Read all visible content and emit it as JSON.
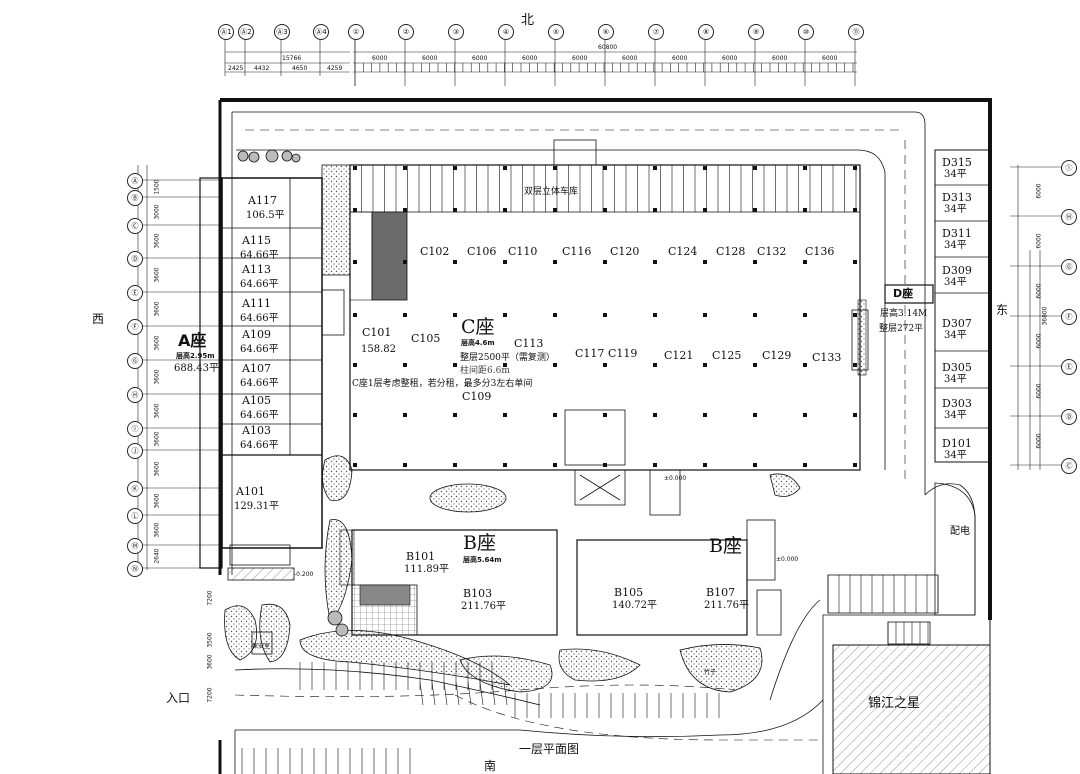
{
  "compass": {
    "north": "北",
    "south": "南",
    "west": "西",
    "east": "东"
  },
  "title": "一层平面图",
  "entrance": "入口",
  "neighbor": "锦江之星",
  "power_room": "配电",
  "garage": "双层立体车库",
  "top_axes": [
    "①",
    "②",
    "③",
    "④",
    "⑤",
    "⑥",
    "⑦",
    "⑧",
    "⑨",
    "⑩",
    "⑪"
  ],
  "top_left_axes": [
    "Ⓐ1",
    "Ⓐ2",
    "Ⓐ3",
    "Ⓐ4"
  ],
  "top_dims": {
    "overall_right": "60800",
    "overall_left": "15766",
    "bay": "6000",
    "left_parts": [
      "2425",
      "4432",
      "4650",
      "4259"
    ]
  },
  "left_axes": [
    "Ⓐ",
    "Ⓑ",
    "Ⓒ",
    "Ⓓ",
    "Ⓔ",
    "Ⓕ",
    "Ⓖ",
    "Ⓗ",
    "Ⓘ",
    "Ⓙ",
    "Ⓚ",
    "Ⓛ",
    "Ⓜ",
    "Ⓝ",
    "Ⓞ"
  ],
  "left_dims": [
    "1500",
    "3000",
    "3600",
    "3600",
    "3600",
    "3600",
    "3600",
    "3600",
    "3600",
    "3600",
    "3600",
    "3600",
    "2640",
    "7200",
    "3500",
    "3600",
    "7200"
  ],
  "right_axes": [
    "Ⓘ",
    "Ⓗ",
    "Ⓖ",
    "Ⓕ",
    "Ⓔ",
    "Ⓓ",
    "Ⓒ"
  ],
  "right_dims": [
    "6000",
    "6000",
    "6000",
    "6000",
    "6000",
    "6000",
    "36800"
  ],
  "a_block": {
    "label": "A座",
    "height": "层高2.95m",
    "total_area": "688.43平",
    "rooms": [
      {
        "id": "A117",
        "area": "106.5平"
      },
      {
        "id": "A115",
        "area": "64.66平"
      },
      {
        "id": "A113",
        "area": "64.66平"
      },
      {
        "id": "A111",
        "area": "64.66平"
      },
      {
        "id": "A109",
        "area": "64.66平"
      },
      {
        "id": "A107",
        "area": "64.66平"
      },
      {
        "id": "A105",
        "area": "64.66平"
      },
      {
        "id": "A103",
        "area": "64.66平"
      },
      {
        "id": "A101",
        "area": "129.31平"
      }
    ]
  },
  "c_block": {
    "label": "C座",
    "height": "层高4.6m",
    "area_line": "整层2500平（需复测）",
    "col_spacing": "柱间距6.6m",
    "note": "C座1层考虑整租，若分租，最多分3左右单间",
    "row1": [
      "C102",
      "C106",
      "C110",
      "C116",
      "C120",
      "C124",
      "C128",
      "C132",
      "C136"
    ],
    "row2": [
      "C105",
      "C113",
      "C117",
      "C119",
      "C121",
      "C125",
      "C129",
      "C133"
    ],
    "c101": {
      "id": "C101",
      "area": "158.82"
    },
    "c109": "C109"
  },
  "b_block": {
    "label": "B座",
    "height": "层高5.64m",
    "label2": "B座",
    "rooms": [
      {
        "id": "B101",
        "area": "111.89平"
      },
      {
        "id": "B103",
        "area": "211.76平"
      },
      {
        "id": "B105",
        "area": "140.72平"
      },
      {
        "id": "B107",
        "area": "211.76平"
      }
    ]
  },
  "d_block": {
    "label": "D座",
    "height": "层高3.14M",
    "area": "整层272平",
    "rooms": [
      {
        "id": "D315",
        "area": "34平"
      },
      {
        "id": "D313",
        "area": "34平"
      },
      {
        "id": "D311",
        "area": "34平"
      },
      {
        "id": "D309",
        "area": "34平"
      },
      {
        "id": "D307",
        "area": "34平"
      },
      {
        "id": "D305",
        "area": "34平"
      },
      {
        "id": "D303",
        "area": "34平"
      },
      {
        "id": "D101",
        "area": "34平"
      }
    ]
  },
  "elevations": {
    "a": "-0.200",
    "b": "±0.000",
    "c": "±0.000"
  },
  "small_labels": {
    "guard": "保安室",
    "bamboo": "竹子"
  },
  "colors": {
    "line": "#111111",
    "hatch": "#999999",
    "fill_dark": "#6b6b6b",
    "dots": "#555555"
  }
}
